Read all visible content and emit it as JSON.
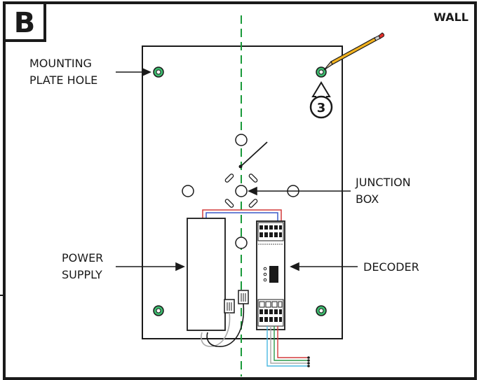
{
  "panel": {
    "letter": "B",
    "corner_label": "WALL",
    "step_number": "3"
  },
  "labels": {
    "mounting_line1": "MOUNTING",
    "mounting_line2": "PLATE HOLE",
    "junction_line1": "JUNCTION",
    "junction_line2": "BOX",
    "power_line1": "POWER",
    "power_line2": "SUPPLY",
    "decoder": "DECODER"
  },
  "colors": {
    "outline": "#1a1a1a",
    "centerline": "#1a9a3a",
    "screw": "#3dbb6e",
    "pencil_body": "#f2b21f",
    "pencil_eraser": "#e0302a",
    "wire_red": "#d23a3a",
    "wire_blue": "#3a5ac8",
    "wire_green": "#2a9a4a",
    "wire_cyan": "#4ab8e0",
    "wire_grey": "#a8a8a8"
  },
  "icons": [
    "pencil-icon",
    "screw-icon",
    "arrow-icon"
  ]
}
